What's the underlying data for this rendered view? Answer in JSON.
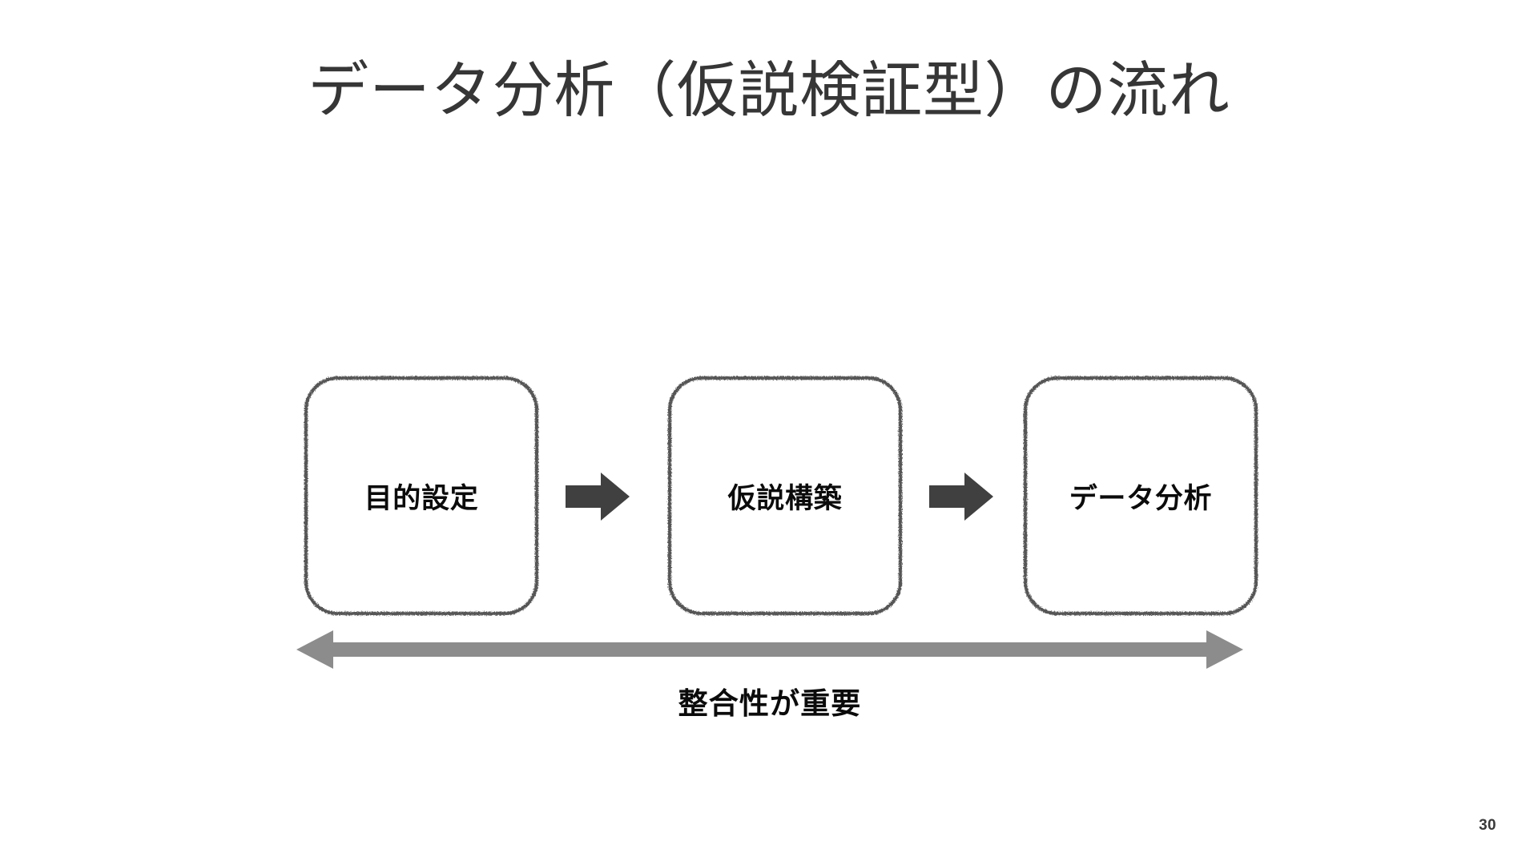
{
  "slide": {
    "title": "データ分析（仮説検証型）の流れ",
    "page_number": "30",
    "background_color": "#ffffff"
  },
  "flow": {
    "boxes": [
      {
        "label": "目的設定",
        "order": 1
      },
      {
        "label": "仮説構築",
        "order": 2
      },
      {
        "label": "データ分析",
        "order": 3
      }
    ],
    "connectors": [
      {
        "icon": "right-arrow-icon",
        "from": "目的設定",
        "to": "仮説構築"
      },
      {
        "icon": "right-arrow-icon",
        "from": "仮説構築",
        "to": "データ分析"
      }
    ],
    "span": {
      "icon": "double-headed-arrow-icon",
      "caption": "整合性が重要",
      "spans_from": "目的設定",
      "spans_to": "データ分析"
    },
    "colors": {
      "box_border": "#555555",
      "box_fill": "#ffffff",
      "step_arrow": "#404040",
      "span_arrow": "#8c8c8c",
      "title_text": "#363636",
      "label_text": "#0b0b0b"
    }
  }
}
